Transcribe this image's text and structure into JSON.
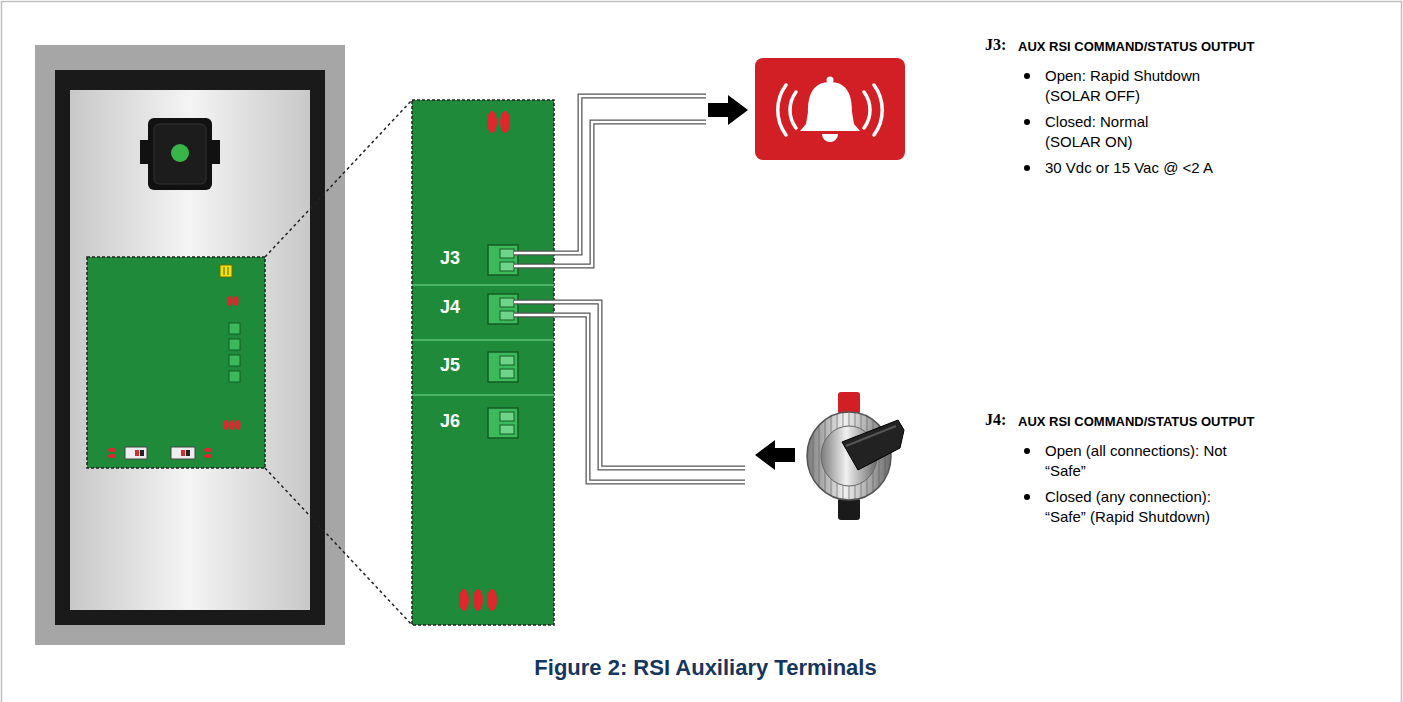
{
  "diagram": {
    "caption": "Figure 2: RSI Auxiliary Terminals",
    "labels": [
      "J3",
      "J4",
      "J5",
      "J6",
      "J3:",
      "AUX RSI COMMAND/STATUS OUTPUT",
      "Open: Rapid Shutdown (SOLAR OFF)",
      "Closed: Normal (SOLAR ON)",
      "30 Vdc or 15 Vac @ <2 A",
      "J4:",
      "AUX RSI COMMAND/STATUS OUTPUT",
      "Open (all connections): Not “Safe”",
      "Closed (any connection): “Safe” (Rapid Shutdown)"
    ]
  }
}
